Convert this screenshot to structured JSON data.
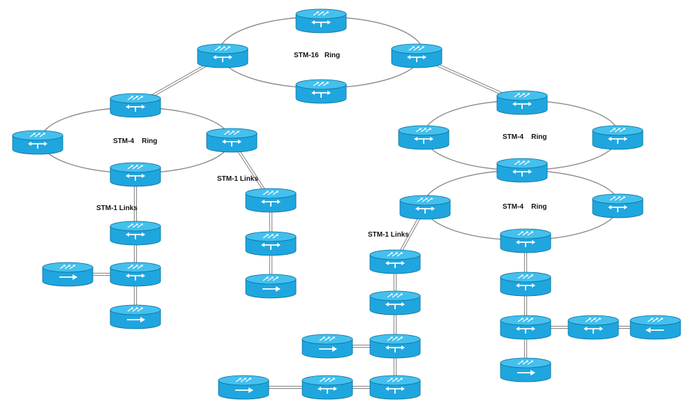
{
  "labels": {
    "stm16_ring": "STM-16   Ring",
    "stm4_ring_left": "STM-4    Ring",
    "stm4_ring_right_upper": "STM-4    Ring",
    "stm4_ring_right_lower": "STM-4    Ring",
    "stm1_links_left": "STM-1 Links",
    "stm1_links_middle": "STM-1 Links",
    "stm1_links_right": "STM-1 Links"
  },
  "colors": {
    "router_body": "#1fa6df",
    "router_top": "#43c0ee",
    "router_edge": "#0b6f9c",
    "glyph": "#ffffff",
    "link": "#8a8a8a",
    "background": "#ffffff"
  },
  "device_kinds": {
    "adm": "add-drop multiplexer (two-way arrows)",
    "terminal_right": "terminal multiplexer (right arrow)",
    "terminal_left": "terminal multiplexer (left arrow)"
  },
  "devices": [
    {
      "id": "r16-top",
      "kind": "adm"
    },
    {
      "id": "r16-left",
      "kind": "adm"
    },
    {
      "id": "r16-right",
      "kind": "adm"
    },
    {
      "id": "r16-bottom",
      "kind": "adm"
    },
    {
      "id": "l-top",
      "kind": "adm"
    },
    {
      "id": "l-left",
      "kind": "adm"
    },
    {
      "id": "l-right",
      "kind": "adm"
    },
    {
      "id": "l-bottom",
      "kind": "adm"
    },
    {
      "id": "ch1-a",
      "kind": "adm"
    },
    {
      "id": "ch1-b",
      "kind": "adm"
    },
    {
      "id": "ch1-side",
      "kind": "terminal_right"
    },
    {
      "id": "ch1-end",
      "kind": "terminal_right"
    },
    {
      "id": "ch2-a",
      "kind": "adm"
    },
    {
      "id": "ch2-b",
      "kind": "adm"
    },
    {
      "id": "ch2-end",
      "kind": "terminal_right"
    },
    {
      "id": "ru-top",
      "kind": "adm"
    },
    {
      "id": "ru-left",
      "kind": "adm"
    },
    {
      "id": "ru-right",
      "kind": "adm"
    },
    {
      "id": "shared",
      "kind": "adm"
    },
    {
      "id": "rl-left",
      "kind": "adm"
    },
    {
      "id": "rl-right",
      "kind": "adm"
    },
    {
      "id": "rl-bottom",
      "kind": "adm"
    },
    {
      "id": "ch3-a",
      "kind": "adm"
    },
    {
      "id": "ch3-b",
      "kind": "adm"
    },
    {
      "id": "ch3-c",
      "kind": "adm"
    },
    {
      "id": "ch3-c-side",
      "kind": "terminal_right"
    },
    {
      "id": "ch3-d",
      "kind": "adm"
    },
    {
      "id": "ch3-d-left",
      "kind": "adm"
    },
    {
      "id": "ch3-d-end",
      "kind": "terminal_right"
    },
    {
      "id": "ch4-a",
      "kind": "adm"
    },
    {
      "id": "ch4-b",
      "kind": "adm"
    },
    {
      "id": "ch4-c-right",
      "kind": "adm"
    },
    {
      "id": "ch4-c-end",
      "kind": "terminal_left"
    },
    {
      "id": "ch4-end",
      "kind": "terminal_right"
    }
  ],
  "links": [
    [
      "r16-left",
      "l-top"
    ],
    [
      "r16-right",
      "ru-top"
    ],
    [
      "l-bottom",
      "ch1-a"
    ],
    [
      "ch1-a",
      "ch1-b"
    ],
    [
      "ch1-side",
      "ch1-b"
    ],
    [
      "ch1-b",
      "ch1-end"
    ],
    [
      "l-right",
      "ch2-a"
    ],
    [
      "ch2-a",
      "ch2-b"
    ],
    [
      "ch2-b",
      "ch2-end"
    ],
    [
      "rl-left",
      "ch3-a"
    ],
    [
      "ch3-a",
      "ch3-b"
    ],
    [
      "ch3-b",
      "ch3-c"
    ],
    [
      "ch3-c-side",
      "ch3-c"
    ],
    [
      "ch3-c",
      "ch3-d"
    ],
    [
      "ch3-d-left",
      "ch3-d"
    ],
    [
      "ch3-d-end",
      "ch3-d-left"
    ],
    [
      "rl-bottom",
      "ch4-a"
    ],
    [
      "ch4-a",
      "ch4-b"
    ],
    [
      "ch4-b",
      "ch4-c-right"
    ],
    [
      "ch4-c-right",
      "ch4-c-end"
    ],
    [
      "ch4-b",
      "ch4-end"
    ]
  ]
}
